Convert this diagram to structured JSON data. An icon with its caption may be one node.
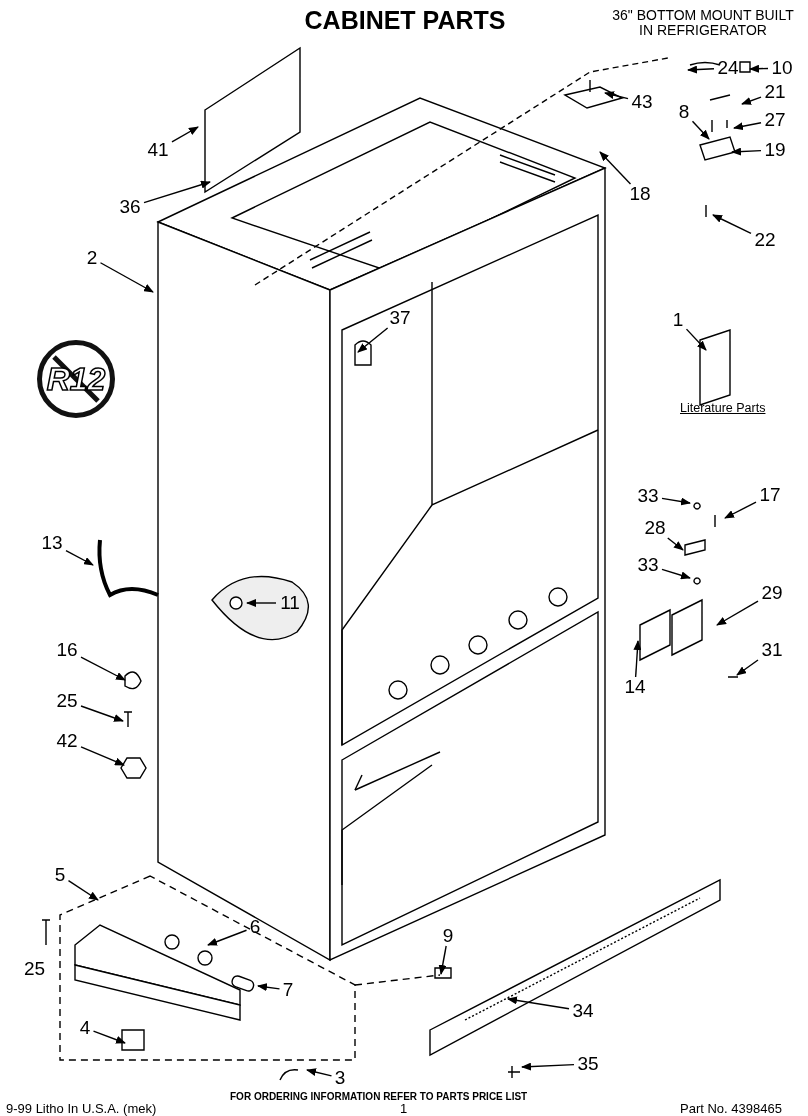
{
  "diagram": {
    "title": "CABINET PARTS",
    "nodes": [
      {
        "text": [
          "24"
        ]
      },
      {
        "text": [
          "10"
        ]
      },
      {
        "text": [
          "43"
        ]
      },
      {
        "text": [
          "21"
        ]
      },
      {
        "text": [
          "8"
        ]
      },
      {
        "text": [
          "27"
        ]
      },
      {
        "text": [
          "41"
        ]
      },
      {
        "text": [
          "19"
        ]
      },
      {
        "text": [
          "36"
        ]
      },
      {
        "text": [
          "18"
        ]
      },
      {
        "text": [
          "22"
        ]
      },
      {
        "text": [
          "2"
        ]
      },
      {
        "text": [
          "37"
        ]
      },
      {
        "text": [
          "1"
        ]
      },
      {
        "text": [
          "33"
        ]
      },
      {
        "text": [
          "17"
        ]
      },
      {
        "text": [
          "28"
        ]
      },
      {
        "text": [
          "13"
        ]
      },
      {
        "text": [
          "33"
        ]
      },
      {
        "text": [
          "29"
        ]
      },
      {
        "text": [
          "11"
        ]
      },
      {
        "text": [
          "16"
        ]
      },
      {
        "text": [
          "14"
        ]
      },
      {
        "text": [
          "31"
        ]
      },
      {
        "text": [
          "25"
        ]
      },
      {
        "text": [
          "42"
        ]
      },
      {
        "text": [
          "5"
        ]
      },
      {
        "text": [
          "6"
        ]
      },
      {
        "text": [
          "9"
        ]
      },
      {
        "text": [
          "7"
        ]
      },
      {
        "text": [
          "34"
        ]
      },
      {
        "text": [
          "4"
        ]
      },
      {
        "text": [
          "35"
        ]
      },
      {
        "text": [
          "3"
        ]
      },
      {
        "text": [
          "R12"
        ]
      }
    ],
    "edges": [
      {
        "from": 0,
        "to": null,
        "arrow": "to"
      },
      {
        "from": 1,
        "to": null,
        "arrow": "to"
      },
      {
        "from": 2,
        "to": null,
        "arrow": "to"
      },
      {
        "from": 3,
        "to": null,
        "arrow": "to"
      },
      {
        "from": 4,
        "to": null,
        "arrow": "to"
      },
      {
        "from": 5,
        "to": null,
        "arrow": "to"
      },
      {
        "from": 6,
        "to": null,
        "arrow": "to"
      },
      {
        "from": 7,
        "to": null,
        "arrow": "to"
      },
      {
        "from": 8,
        "to": null,
        "arrow": "to"
      },
      {
        "from": 9,
        "to": null,
        "arrow": "to"
      },
      {
        "from": 10,
        "to": null,
        "arrow": "to"
      },
      {
        "from": 11,
        "to": null,
        "arrow": "to"
      },
      {
        "from": 12,
        "to": null,
        "arrow": "to"
      },
      {
        "from": 13,
        "to": null,
        "arrow": "to"
      },
      {
        "from": 14,
        "to": null,
        "arrow": "to"
      },
      {
        "from": 15,
        "to": null,
        "arrow": "to"
      },
      {
        "from": 16,
        "to": null,
        "arrow": "to"
      },
      {
        "from": 17,
        "to": null,
        "arrow": "to"
      },
      {
        "from": 18,
        "to": null,
        "arrow": "to"
      },
      {
        "from": 19,
        "to": null,
        "arrow": "to"
      },
      {
        "from": 20,
        "to": null,
        "arrow": "to"
      },
      {
        "from": 21,
        "to": null,
        "arrow": "to"
      },
      {
        "from": 22,
        "to": null,
        "arrow": "to"
      },
      {
        "from": 23,
        "to": null,
        "arrow": "to"
      },
      {
        "from": 24,
        "to": null,
        "arrow": "to"
      },
      {
        "from": 25,
        "to": null,
        "arrow": "to"
      },
      {
        "from": 26,
        "to": null,
        "arrow": "to"
      },
      {
        "from": 27,
        "to": null,
        "arrow": "to"
      },
      {
        "from": 28,
        "to": null,
        "arrow": "to"
      },
      {
        "from": 29,
        "to": null,
        "arrow": "to"
      },
      {
        "from": 30,
        "to": null,
        "arrow": "to"
      },
      {
        "from": 31,
        "to": null,
        "arrow": "to"
      },
      {
        "from": 32,
        "to": null,
        "arrow": "to"
      },
      {
        "from": 33,
        "to": null,
        "arrow": "to"
      }
    ],
    "labels": [
      "36\" BOTTOM MOUNT BUILT IN REFRIGERATOR",
      "Literature Parts",
      "25",
      "FOR ORDERING INFORMATION REFER TO PARTS PRICE LIST",
      "9-99 Litho In U.S.A. (mek)",
      "1",
      "Part No. 4398465"
    ]
  }
}
